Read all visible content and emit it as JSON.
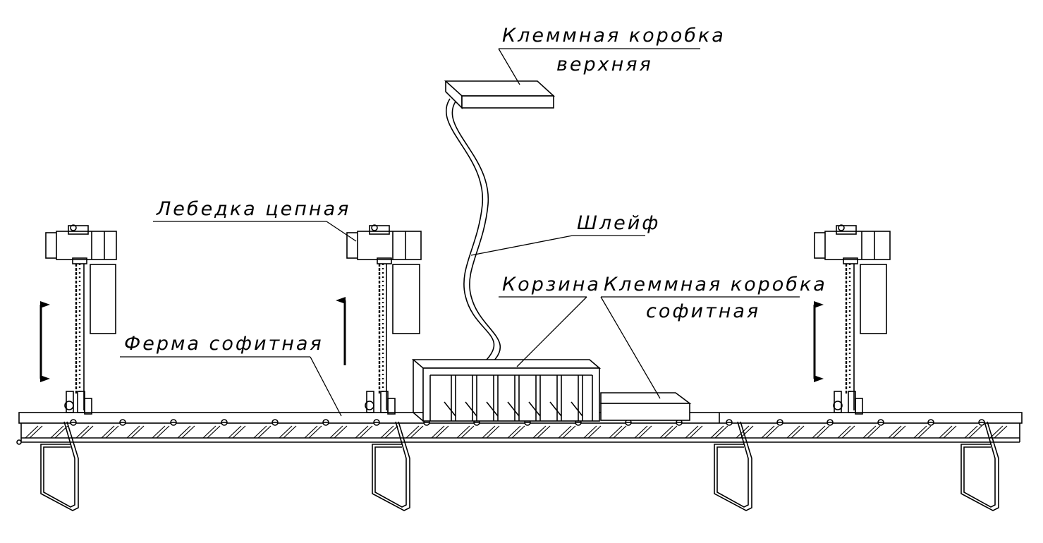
{
  "labels": {
    "upper_box_line1": "Клеммная коробка",
    "upper_box_line2": "верхняя",
    "winch": "Лебедка цепная",
    "cable": "Шлейф",
    "basket": "Корзина",
    "batten_box_line1": "Клеммная коробка",
    "batten_box_line2": "софитная",
    "truss": "Ферма софитная"
  },
  "colors": {
    "line": "#000000",
    "background": "#ffffff"
  }
}
